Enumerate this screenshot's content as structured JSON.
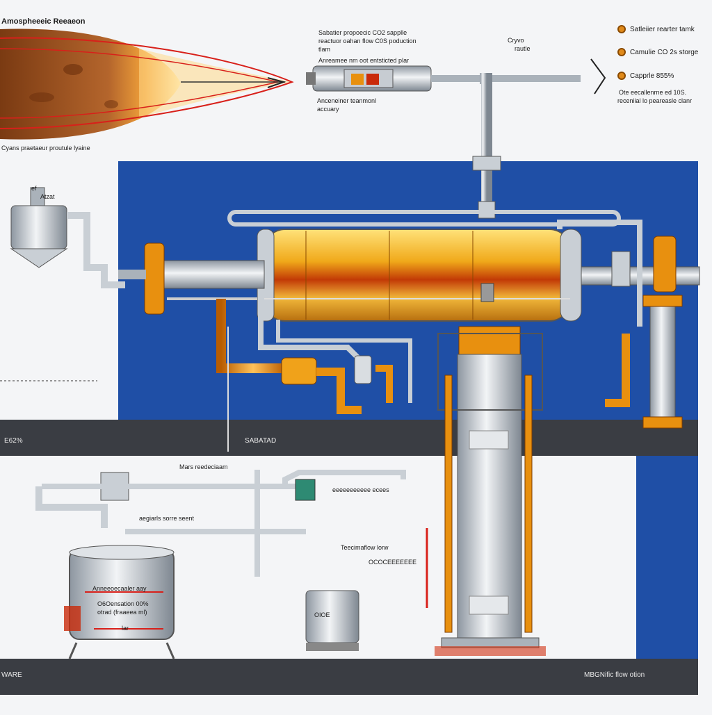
{
  "title": "Amospheeeic Reeaeon",
  "planet_caption": "Cyans praetaeur proutule lyaine",
  "top_notes": {
    "line1": "Sabatier propoecic CO2 sapplle",
    "line2": "reactuor oahan flow C0S poduction",
    "line3": "tlam",
    "line4": "Anreamee nm oot entsticted plar",
    "line5": "Anceneiner teanmonl",
    "line6": "accuary"
  },
  "cryo_label": {
    "line1": "Cryvo",
    "line2": "rautle"
  },
  "legend": {
    "items": [
      {
        "label": "Satleiier rearter tamk"
      },
      {
        "label": "Camulie CO 2s storge"
      },
      {
        "label": "Capprle 855%"
      }
    ],
    "note1": "Ote eecallenrne ed 10S.",
    "note2": "receniial lo peareasle clanr"
  },
  "bands": {
    "left_percent": "E62%",
    "sabatier": "SABATAD",
    "bottom_left": "WARE",
    "bottom_right": "MBGNific flow otion"
  },
  "labels": {
    "mars_reactor": "Mars reedeciaam",
    "agents": "aegiarls sorre seent",
    "tank_line1": "Anneeoecaaler aay",
    "tank_line2": "O6Oensation 00%",
    "tank_line3": "otrad (fraaeea ml)",
    "tank_line4": "lar",
    "valve_note": "eeeeeeeeeee ecees",
    "techflow": "Teecimaflow lorw",
    "techflow2": "OCOCEEEEEEE",
    "unit_ode": "OIOE",
    "valve_left": "ef",
    "valve_left2": "Atzat"
  },
  "colors": {
    "blue_panel": "#1f4fa6",
    "orange": "#e8900f",
    "gold": "#f2b215",
    "steel": "#b9c0c8",
    "dark_band": "#3a3d43"
  }
}
